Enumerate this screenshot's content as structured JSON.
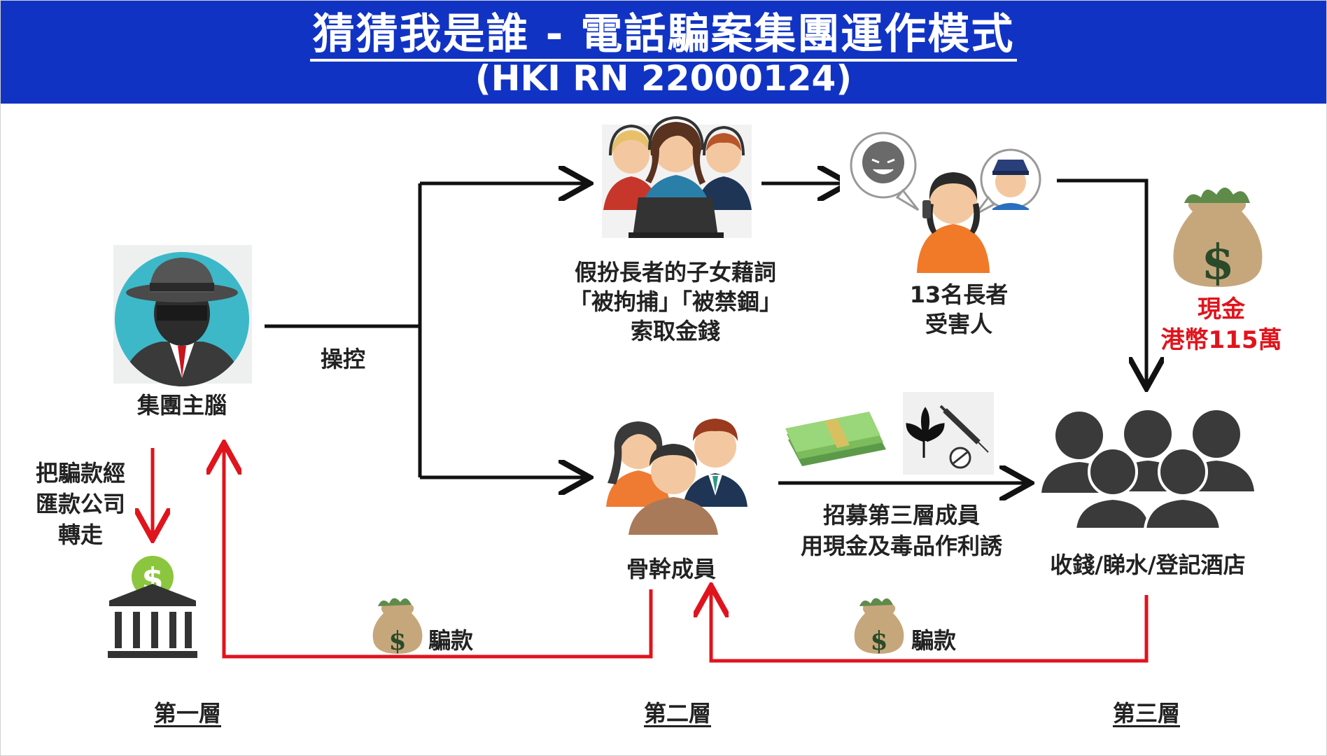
{
  "header": {
    "title": "猜猜我是誰 - 電話騙案集團運作模式",
    "case_no": "(HKI RN 22000124)"
  },
  "nodes": {
    "mastermind": "集團主腦",
    "control": "操控",
    "callcenter_line1": "假扮長者的子女藉詞",
    "callcenter_line2": "「被拘捕」「被禁錮」",
    "callcenter_line3": "索取金錢",
    "victims_line1": "13名長者",
    "victims_line2": "受害人",
    "cash_line1": "現金",
    "cash_line2": "港幣115萬",
    "core": "骨幹成員",
    "recruit_line1": "招募第三層成員",
    "recruit_line2": "用現金及毒品作利誘",
    "third": "收錢/睇水/登記酒店",
    "transfer_line1": "把騙款經",
    "transfer_line2": "匯款公司",
    "transfer_line3": "轉走",
    "proceeds_1": "騙款",
    "proceeds_2": "騙款"
  },
  "tiers": {
    "tier1": "第一層",
    "tier2": "第二層",
    "tier3": "第三層"
  },
  "icons": {
    "dollar_sign": "$"
  },
  "colors": {
    "header_bg": "#1133c4",
    "arrow_black": "#111111",
    "arrow_red": "#e0141c"
  }
}
